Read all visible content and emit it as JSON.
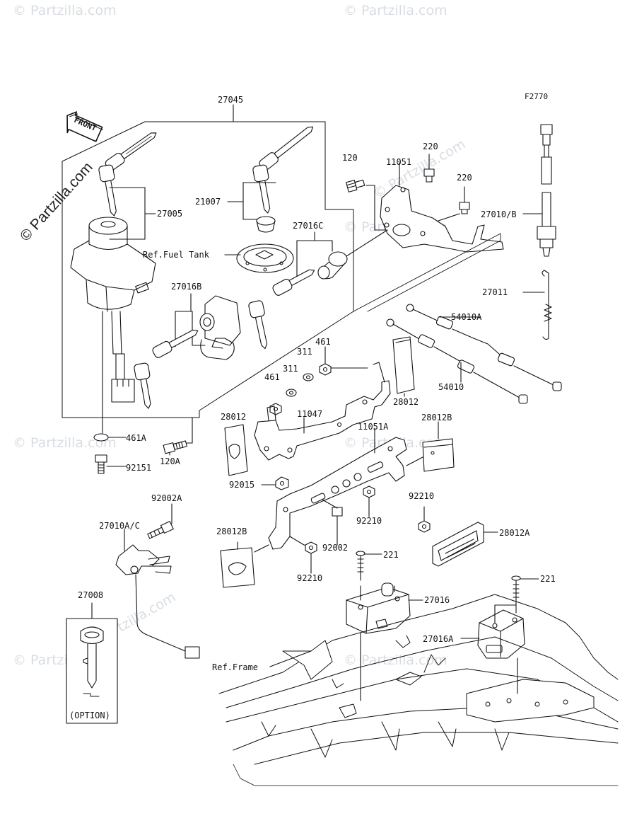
{
  "diagram": {
    "code": "F2770",
    "brand_watermark": "© Partzilla.com",
    "watermark": "© Partzilla.com",
    "front_label": "FRONT",
    "option_label": "(OPTION)",
    "refs": {
      "fuel_tank": "Ref.Fuel Tank",
      "frame": "Ref.Frame"
    },
    "parts": {
      "p27045": "27045",
      "p21007": "21007",
      "p27005": "27005",
      "p27016C": "27016C",
      "p27016B": "27016B",
      "p120": "120",
      "p11051": "11051",
      "p220a": "220",
      "p220b": "220",
      "p27010B": "27010/B",
      "p27011": "27011",
      "p54010A": "54010A",
      "p54010": "54010",
      "p461a": "461",
      "p311a": "311",
      "p311b": "311",
      "p461b": "461",
      "p28012a": "28012",
      "p28012b": "28012",
      "p11047": "11047",
      "p11051A": "11051A",
      "p28012B1": "28012B",
      "p461A": "461A",
      "p92151": "92151",
      "p120A": "120A",
      "p92015": "92015",
      "p92210a": "92210",
      "p92210b": "92210",
      "p92210c": "92210",
      "p92002A": "92002A",
      "p27010AC": "27010A/C",
      "p92002": "92002",
      "p28012B2": "28012B",
      "p28012A": "28012A",
      "p221a": "221",
      "p221b": "221",
      "p27016": "27016",
      "p27008": "27008",
      "p27016A": "27016A"
    }
  }
}
